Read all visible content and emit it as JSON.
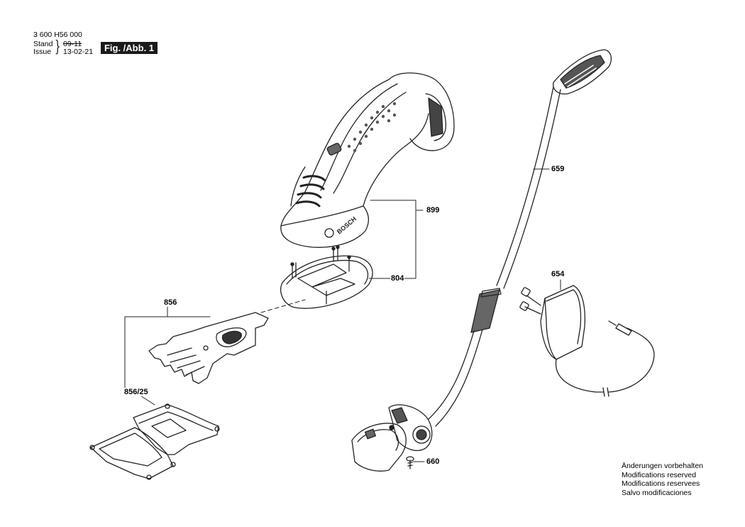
{
  "header": {
    "doc_number": "3 600 H56 000",
    "stand_label": "Stand",
    "issue_label": "Issue",
    "brace": "}",
    "stand_date": "09-11",
    "issue_date": "13-02-21",
    "figure_label": "Fig. /Abb. 1"
  },
  "parts": {
    "handle_unit": "899",
    "base_plate": "804",
    "blade": "856",
    "blade_guard": "856/25",
    "telescopic_handle": "659",
    "charger": "654",
    "screw": "660"
  },
  "notes": [
    "Änderungen vorbehalten",
    "Modifications reserved",
    "Modifications reservees",
    "Salvo modificaciones"
  ],
  "icons": [
    "grass-shear-body-icon",
    "base-plate-icon",
    "blade-icon",
    "blade-guard-icon",
    "telescopic-handle-icon",
    "charger-icon",
    "screw-icon"
  ]
}
